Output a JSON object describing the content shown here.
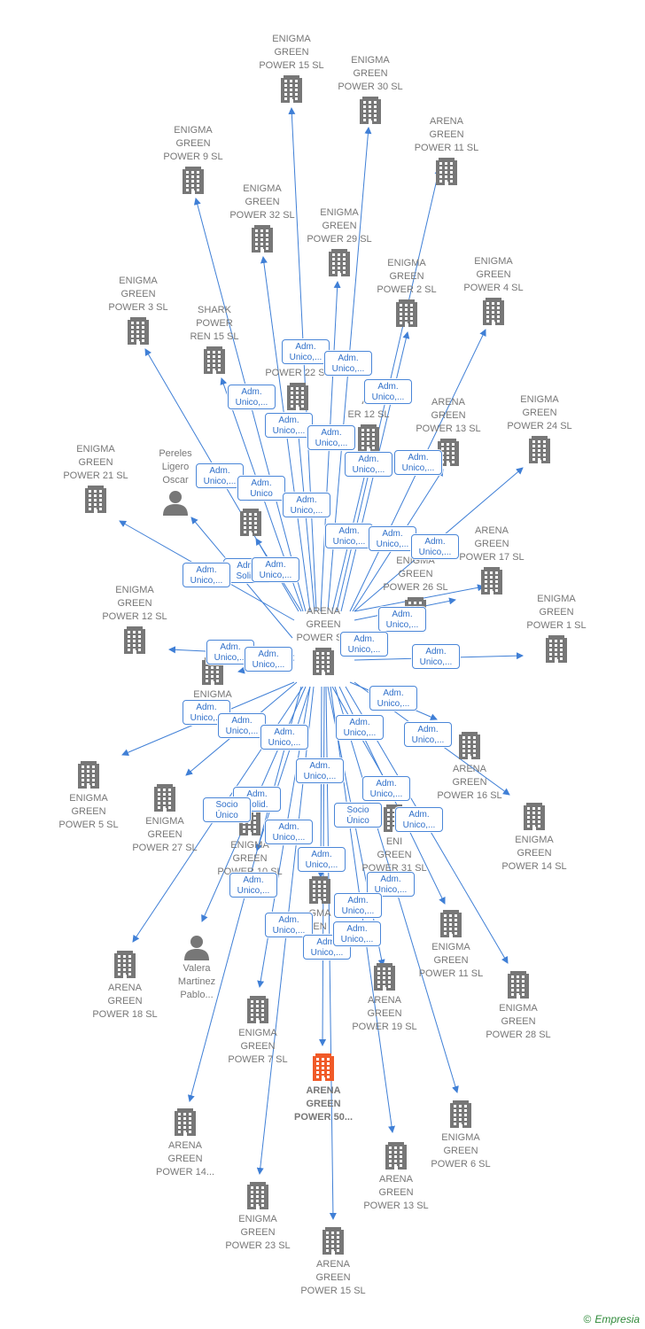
{
  "colors": {
    "edge": "#3f7fd6",
    "building": "#777777",
    "focus": "#f05a28",
    "person": "#777777",
    "badge_text": "#2f6fc9",
    "badge_border": "#4a86d8"
  },
  "center": {
    "label": "ARENA\nGREEN\nPOWER  S...",
    "icon": "building-icon"
  },
  "nodes": [
    {
      "id": "n01",
      "label": "ENIGMA\nGREEN\nPOWER 15  SL",
      "type": "company"
    },
    {
      "id": "n02",
      "label": "ENIGMA\nGREEN\nPOWER 30  SL",
      "type": "company"
    },
    {
      "id": "n03",
      "label": "ARENA\nGREEN\nPOWER 11  SL",
      "type": "company"
    },
    {
      "id": "n04",
      "label": "ENIGMA\nGREEN\nPOWER 9  SL",
      "type": "company"
    },
    {
      "id": "n05",
      "label": "ENIGMA\nGREEN\nPOWER 32  SL",
      "type": "company"
    },
    {
      "id": "n06",
      "label": "ENIGMA\nGREEN\nPOWER 29  SL",
      "type": "company"
    },
    {
      "id": "n07",
      "label": "ENIGMA\nGREEN\nPOWER 2  SL",
      "type": "company"
    },
    {
      "id": "n08",
      "label": "ENIGMA\nGREEN\nPOWER 4  SL",
      "type": "company"
    },
    {
      "id": "n09",
      "label": "ENIGMA\nGREEN\nPOWER 3  SL",
      "type": "company"
    },
    {
      "id": "n10",
      "label": "SHARK\nPOWER\nREN 15  SL",
      "type": "company"
    },
    {
      "id": "n11",
      "label": "POWER 22  SL",
      "type": "company"
    },
    {
      "id": "n12",
      "label": "AR\nER 12  SL",
      "type": "company"
    },
    {
      "id": "n13",
      "label": "ARENA\nGREEN\nPOWER 13  SL",
      "type": "company"
    },
    {
      "id": "n14",
      "label": "ENIGMA\nGREEN\nPOWER 24  SL",
      "type": "company"
    },
    {
      "id": "n15",
      "label": "ENIGMA\nGREEN\nPOWER 21  SL",
      "type": "company"
    },
    {
      "id": "n16",
      "label": "Pereles\nLigero\nOscar",
      "type": "person"
    },
    {
      "id": "n17",
      "label": "GMA\nPOW",
      "type": "company"
    },
    {
      "id": "n18",
      "label": "ARENA\nGREEN\nPOWER 17  SL",
      "type": "company"
    },
    {
      "id": "n19",
      "label": "ENIGMA\nGREEN\nPOWER 26  SL",
      "type": "company"
    },
    {
      "id": "n20",
      "label": "ENIGMA\nGREEN\nPOWER 12  SL",
      "type": "company"
    },
    {
      "id": "n21",
      "label": "ENIGMA\nGREEN\nPOWER 1  SL",
      "type": "company"
    },
    {
      "id": "n22",
      "label": "ENIGMA\nP",
      "type": "company"
    },
    {
      "id": "n23",
      "label": "ARENA\nGREEN\nPOWER 16  SL",
      "type": "company"
    },
    {
      "id": "n24",
      "label": "ENIGMA\nGREEN\nPOWER 5  SL",
      "type": "company"
    },
    {
      "id": "n25",
      "label": "ENIGMA\nGREEN\nPOWER 27  SL",
      "type": "company"
    },
    {
      "id": "n26",
      "label": "ENIGMA\nGREEN\nPOWER 14  SL",
      "type": "company"
    },
    {
      "id": "n27",
      "label": "ENIGMA\nGREEN\nPOWER 10  SL",
      "type": "company"
    },
    {
      "id": "n28",
      "label": "ENI\nGREEN\nPOWER 31  SL",
      "type": "company"
    },
    {
      "id": "n29",
      "label": "ARENA\nGREEN\nPOWER 18  SL",
      "type": "company"
    },
    {
      "id": "n30",
      "label": "Valera\nMartinez\nPablo...",
      "type": "person"
    },
    {
      "id": "n31",
      "label": "ENIGMA\nGREEN\nPOWER 11  SL",
      "type": "company"
    },
    {
      "id": "n32",
      "label": "ENIGMA\nGREEN\nPOWER 28  SL",
      "type": "company"
    },
    {
      "id": "n33",
      "label": "ARENA\nGREEN\nPOWER 19  SL",
      "type": "company"
    },
    {
      "id": "n34",
      "label": "ENIGMA\nGREEN\nPOWER 7  SL",
      "type": "company"
    },
    {
      "id": "n35",
      "label": "ARENA\nGREEN\nPOWER 50...",
      "type": "focus"
    },
    {
      "id": "n36",
      "label": "ENIGMA\nGREEN\nPOWER 6  SL",
      "type": "company"
    },
    {
      "id": "n37",
      "label": "ARENA\nGREEN\nPOWER 14...",
      "type": "company"
    },
    {
      "id": "n38",
      "label": "ARENA\nGREEN\nPOWER 13  SL",
      "type": "company"
    },
    {
      "id": "n39",
      "label": "ENIGMA\nGREEN\nPOWER 23  SL",
      "type": "company"
    },
    {
      "id": "n40",
      "label": "ARENA\nGREEN\nPOWER 15  SL",
      "type": "company"
    },
    {
      "id": "n41",
      "label": "GMA\nEN\nPOW",
      "type": "company"
    }
  ],
  "badges": [
    {
      "id": "b01",
      "label": "Adm.\nUnico,..."
    },
    {
      "id": "b02",
      "label": "Adm.\nUnico,..."
    },
    {
      "id": "b03",
      "label": "Adm.\nUnico,..."
    },
    {
      "id": "b04",
      "label": "Adm.\nUnico,..."
    },
    {
      "id": "b05",
      "label": "Adm.\nUnico,..."
    },
    {
      "id": "b06",
      "label": "Adm.\nUnico,..."
    },
    {
      "id": "b07",
      "label": "Adm.\nUnico,..."
    },
    {
      "id": "b08",
      "label": "Adm.\nUnico,..."
    },
    {
      "id": "b09",
      "label": "Adm.\nUnico"
    },
    {
      "id": "b10",
      "label": "Adm.\nUnico,..."
    },
    {
      "id": "b11",
      "label": "Adm.\nUnico,..."
    },
    {
      "id": "b12",
      "label": "Adm.\nUnico,..."
    },
    {
      "id": "b13",
      "label": "Adm.\nUnico,..."
    },
    {
      "id": "b14",
      "label": "Adm.\nUnico,..."
    },
    {
      "id": "b15",
      "label": "Adm.\nSolid."
    },
    {
      "id": "b16",
      "label": "Adm.\nUnico,..."
    },
    {
      "id": "b17",
      "label": "Adm.\nUnico,..."
    },
    {
      "id": "b18",
      "label": "Adm.\nUnico,..."
    },
    {
      "id": "b19",
      "label": "Adm.\nUnico,..."
    },
    {
      "id": "b20",
      "label": "Adm.\nUnico,..."
    },
    {
      "id": "b21",
      "label": "Adm.\nUnico,..."
    },
    {
      "id": "b22",
      "label": "Adm.\nUnico,..."
    },
    {
      "id": "b23",
      "label": "Adm.\nUnico,..."
    },
    {
      "id": "b24",
      "label": "Adm.\nUnico,..."
    },
    {
      "id": "b25",
      "label": "Adm.\nUnico,..."
    },
    {
      "id": "b26",
      "label": "Adm.\nUnico,..."
    },
    {
      "id": "b27",
      "label": "Adm.\nUnico,..."
    },
    {
      "id": "b28",
      "label": "Adm.\nUnico,..."
    },
    {
      "id": "b29",
      "label": "Adm.\nUnico,..."
    },
    {
      "id": "b30",
      "label": "Adm.\nUnico,..."
    },
    {
      "id": "b31",
      "label": "Adm.\nSolid."
    },
    {
      "id": "b32",
      "label": "Socio\nÚnico"
    },
    {
      "id": "b33",
      "label": "Adm.\nUnico,..."
    },
    {
      "id": "b34",
      "label": "Socio\nÚnico"
    },
    {
      "id": "b35",
      "label": "Adm.\nUnico,..."
    },
    {
      "id": "b36",
      "label": "Adm.\nUnico,..."
    },
    {
      "id": "b37",
      "label": "Adm.\nUnico,..."
    },
    {
      "id": "b38",
      "label": "Adm.\nUnico,..."
    },
    {
      "id": "b39",
      "label": "Adm.\nUnico,..."
    },
    {
      "id": "b40",
      "label": "Adm.\nUnico,..."
    },
    {
      "id": "b41",
      "label": "Adm.\nUnico,..."
    },
    {
      "id": "b42",
      "label": "Adm.\nUnico,..."
    }
  ],
  "footer": {
    "copyright": "©",
    "brand": "Empresia"
  }
}
